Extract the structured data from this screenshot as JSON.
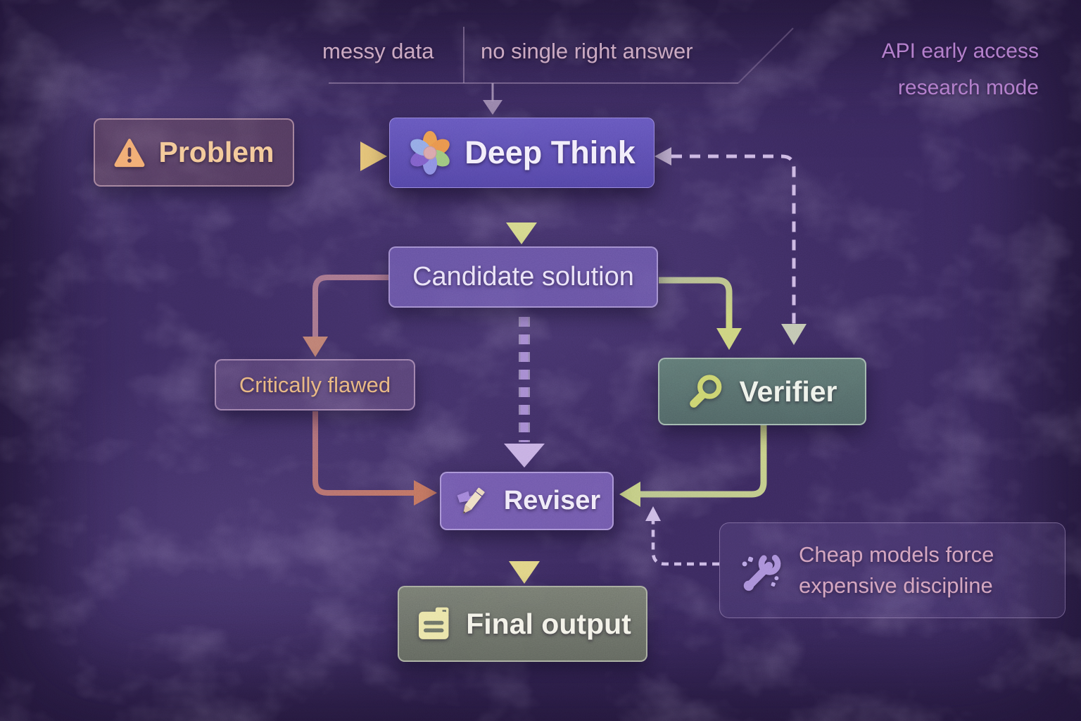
{
  "top_annotations": {
    "input_left": "messy data",
    "input_right": "no single right answer",
    "mode_line1": "API early access",
    "mode_line2": "research mode"
  },
  "nodes": {
    "problem": {
      "label": "Problem",
      "icon": "warning-icon"
    },
    "deep_think": {
      "label": "Deep Think",
      "icon": "deep-think-flower-icon"
    },
    "candidate_solution": {
      "label": "Candidate solution"
    },
    "critically_flawed": {
      "label": "Critically flawed"
    },
    "verifier": {
      "label": "Verifier",
      "icon": "magnifier-icon"
    },
    "reviser": {
      "label": "Reviser",
      "icon": "pencil-icon"
    },
    "final_output": {
      "label": "Final output",
      "icon": "clipboard-icon"
    }
  },
  "callout": {
    "icon": "wrench-icon",
    "line1": "Cheap models force",
    "line2": "expensive discipline"
  },
  "edges": [
    {
      "from": "inputs",
      "to": "deep_think",
      "style": "thin-solid",
      "color": "#a894b8"
    },
    {
      "from": "problem",
      "to": "deep_think",
      "style": "thick-solid",
      "color": "#dcbc6e"
    },
    {
      "from": "deep_think",
      "to": "candidate_solution",
      "style": "thick-solid",
      "color": "#ccd089"
    },
    {
      "from": "candidate_solution",
      "to": "verifier",
      "style": "solid",
      "color": "#c9d07e"
    },
    {
      "from": "candidate_solution",
      "to": "critically_flawed",
      "style": "solid",
      "color": "#b07077"
    },
    {
      "from": "critically_flawed",
      "to": "reviser",
      "style": "solid",
      "color": "#c1745f"
    },
    {
      "from": "verifier",
      "to": "reviser",
      "style": "solid",
      "color": "#c3cc84"
    },
    {
      "from": "candidate_solution",
      "to": "reviser",
      "style": "dashed",
      "color": "#a58ad0"
    },
    {
      "from": "verifier",
      "to": "deep_think",
      "style": "dashed",
      "color": "#ccb7e2"
    },
    {
      "from": "callout",
      "to": "reviser",
      "style": "dashed",
      "color": "#cbb9e4"
    },
    {
      "from": "reviser",
      "to": "final_output",
      "style": "thick-solid",
      "color": "#ddd289"
    }
  ],
  "colors": {
    "background": "#3c2b60",
    "deep_think_fill": "#5c4ba8",
    "verifier_fill": "#5c8072",
    "final_output_fill": "#6d7366",
    "problem_text": "#f3c897",
    "flawed_text": "#e7b57f",
    "top_label_text": "#c9a6bf",
    "mode_label_text": "#b07ac9",
    "callout_text": "#d2a2bd"
  }
}
